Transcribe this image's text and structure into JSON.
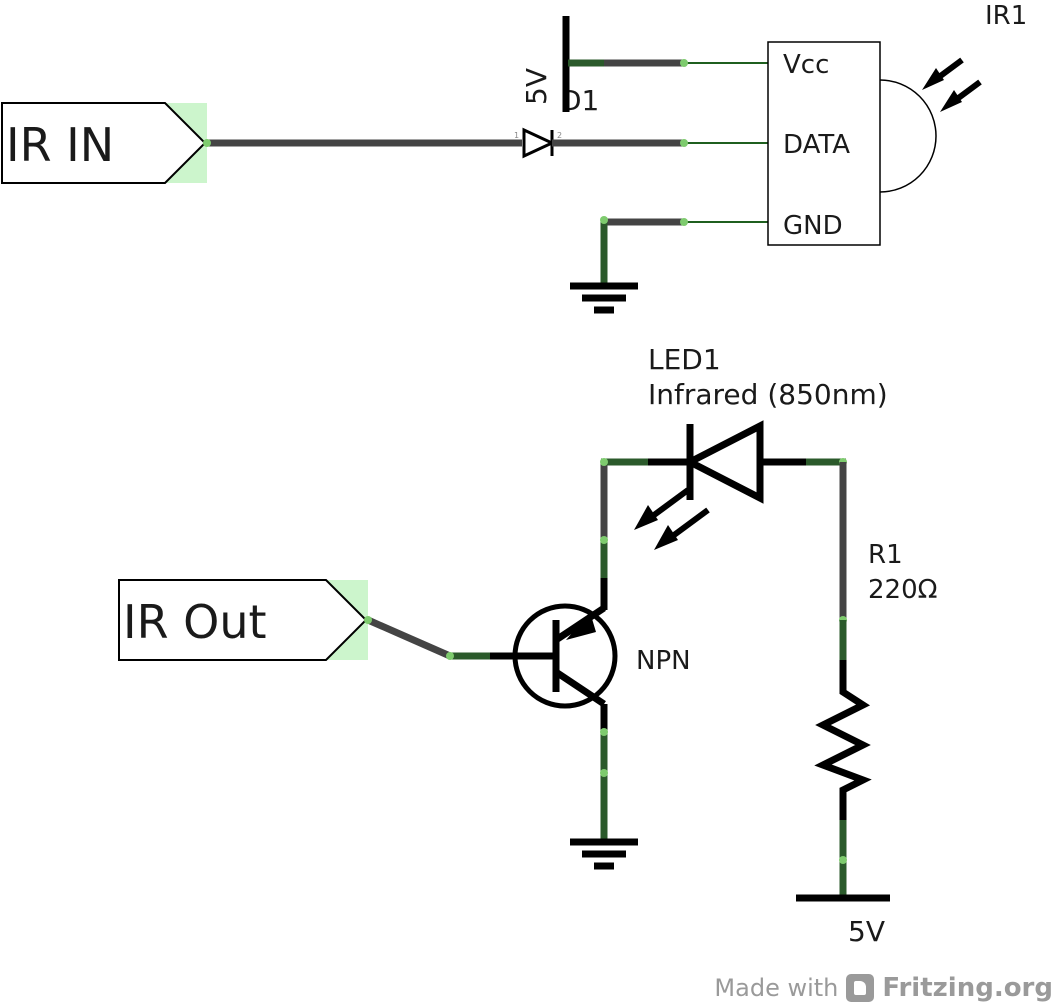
{
  "ports": {
    "ir_in": "IR IN",
    "ir_out": "IR Out"
  },
  "ir_receiver": {
    "ref": "IR1",
    "pins": {
      "vcc": "Vcc",
      "data": "DATA",
      "gnd": "GND"
    }
  },
  "diode": {
    "ref": "D1",
    "pin1": "1",
    "pin2": "2"
  },
  "supply_top": "5V",
  "led": {
    "ref": "LED1",
    "value": "Infrared (850nm)"
  },
  "resistor": {
    "ref": "R1",
    "value": "220Ω"
  },
  "transistor": {
    "type": "NPN"
  },
  "supply_bottom": "5V",
  "footer": {
    "made_with": "Made with",
    "brand": "Fritzing.org"
  },
  "colors": {
    "wire": "#444444",
    "connector": "#7ecb6e",
    "port_fill": "#ccf5cc"
  }
}
